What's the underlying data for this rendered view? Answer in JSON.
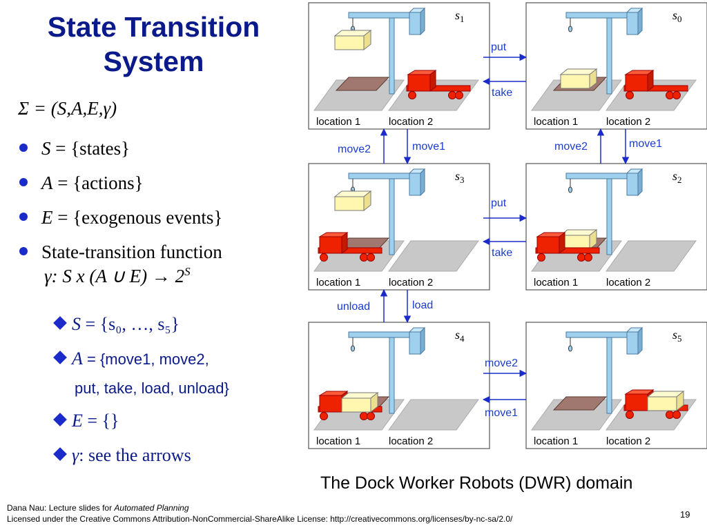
{
  "slide": {
    "title_line1": "State Transition",
    "title_line2": "System",
    "sigma_def": "Σ = (S,A,E,γ)",
    "bullets": [
      {
        "var": "S",
        "text": " = {states}"
      },
      {
        "var": "A",
        "text": " = {actions}"
      },
      {
        "var": "E",
        "text": " = {exogenous events}"
      },
      {
        "var": "",
        "text": "State-transition function"
      }
    ],
    "gamma_def": "γ: S x (A ∪ E) → 2",
    "gamma_sup": "S",
    "sub_bullets": [
      {
        "var": "S",
        "text": " = {s₀, …, s₅}"
      },
      {
        "var": "A",
        "text": " = {move1, move2,"
      },
      {
        "var": "",
        "text": "put, take, load, unload}"
      },
      {
        "var": "E",
        "text": " = {}"
      },
      {
        "var": "γ",
        "text": ": see the arrows"
      }
    ],
    "caption": "The Dock Worker Robots (DWR) domain",
    "footer_line1_prefix": "Dana Nau: Lecture slides for ",
    "footer_line1_italic": "Automated Planning",
    "footer_line2": "Licensed under the Creative Commons Attribution-NonCommercial-ShareAlike License: http://creativecommons.org/licenses/by-nc-sa/2.0/",
    "page_number": "19"
  },
  "diagram": {
    "location1_label": "location 1",
    "location2_label": "location 2",
    "states": [
      {
        "id": "s1",
        "letter": "s",
        "sub": "1",
        "container": "crane",
        "truck": "loc2",
        "truck_loaded": false,
        "pallet_container": false
      },
      {
        "id": "s0",
        "letter": "s",
        "sub": "0",
        "container": "pallet",
        "truck": "loc2",
        "truck_loaded": false,
        "pallet_container": true
      },
      {
        "id": "s3",
        "letter": "s",
        "sub": "3",
        "container": "crane",
        "truck": "loc1",
        "truck_loaded": false,
        "pallet_container": false
      },
      {
        "id": "s2",
        "letter": "s",
        "sub": "2",
        "container": "pallet",
        "truck": "loc1",
        "truck_loaded": false,
        "pallet_container": true
      },
      {
        "id": "s4",
        "letter": "s",
        "sub": "4",
        "container": "truck",
        "truck": "loc1",
        "truck_loaded": true,
        "pallet_container": false
      },
      {
        "id": "s5",
        "letter": "s",
        "sub": "5",
        "container": "truck",
        "truck": "loc2",
        "truck_loaded": true,
        "pallet_container": false
      }
    ],
    "transitions": [
      {
        "label": "put"
      },
      {
        "label": "take"
      },
      {
        "label": "move2"
      },
      {
        "label": "move1"
      },
      {
        "label": "move2"
      },
      {
        "label": "move1"
      },
      {
        "label": "put"
      },
      {
        "label": "take"
      },
      {
        "label": "unload"
      },
      {
        "label": "load"
      },
      {
        "label": "move2"
      },
      {
        "label": "move1"
      }
    ],
    "colors": {
      "crane": "#9fd0ee",
      "crane_stroke": "#4a7aa0",
      "container": "#fff7b0",
      "truck": "#ee2200",
      "pallet": "#a07870",
      "ground": "#c8c8c8",
      "arrow": "#1a2bc9",
      "label_blue": "#1a3ccf"
    }
  }
}
